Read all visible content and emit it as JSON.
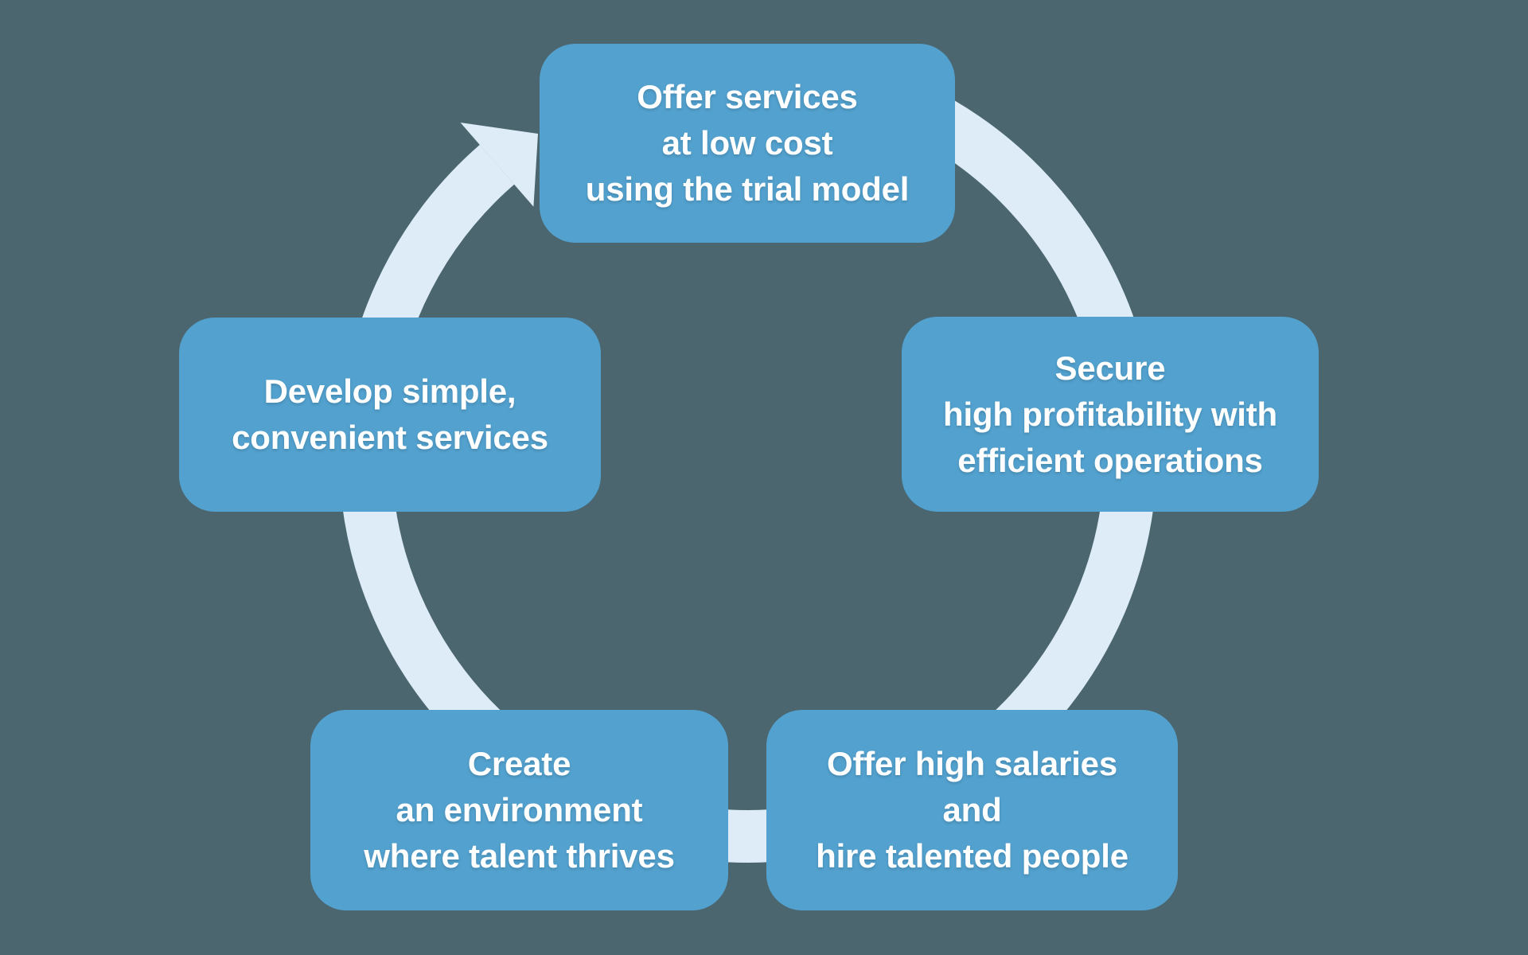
{
  "colors": {
    "background": "#4c6670",
    "box": "#53a1ce",
    "ring": "#ddecf7",
    "text": "#ffffff"
  },
  "cycle": {
    "type": "cycle-diagram",
    "flow_direction": "clockwise",
    "arrow": "curved-ring-arrow pointing to top step",
    "steps": [
      {
        "position": "top",
        "lines": [
          "Offer services",
          "at low cost",
          "using the trial model"
        ]
      },
      {
        "position": "right",
        "lines": [
          "Secure",
          "high profitability with",
          "efficient operations"
        ]
      },
      {
        "position": "bottom-right",
        "lines": [
          "Offer high salaries",
          "and",
          "hire talented people"
        ]
      },
      {
        "position": "bottom-left",
        "lines": [
          "Create",
          "an environment",
          "where talent thrives"
        ]
      },
      {
        "position": "left",
        "lines": [
          "Develop simple,",
          "convenient services"
        ]
      }
    ]
  }
}
